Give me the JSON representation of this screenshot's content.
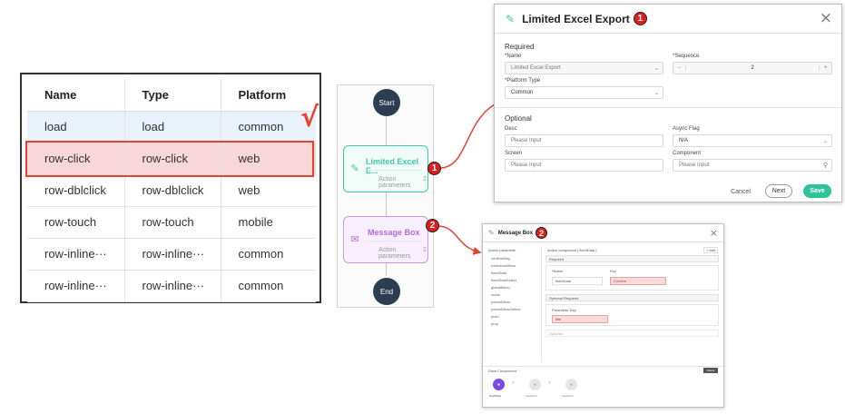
{
  "event_table": {
    "headers": {
      "name": "Name",
      "type": "Type",
      "platform": "Platform"
    },
    "rows": [
      {
        "name": "load",
        "type": "load",
        "platform": "common"
      },
      {
        "name": "row-click",
        "type": "row-click",
        "platform": "web"
      },
      {
        "name": "row-dblclick",
        "type": "row-dblclick",
        "platform": "web"
      },
      {
        "name": "row-touch",
        "type": "row-touch",
        "platform": "mobile"
      },
      {
        "name": "row-inline···",
        "type": "row-inline···",
        "platform": "common"
      },
      {
        "name": "row-inline···",
        "type": "row-inline···",
        "platform": "common"
      }
    ],
    "check_mark": "√"
  },
  "flow": {
    "start": "Start",
    "end": "End",
    "cards": [
      {
        "title": "Limited Excel E...",
        "sub": "Action parameters",
        "count": "2",
        "icon": "edit-icon",
        "color": "#3ec9a7"
      },
      {
        "title": "Message Box",
        "sub": "Action parameters",
        "count": "2",
        "icon": "envelope-icon",
        "color": "#b36ae2"
      }
    ]
  },
  "markers": {
    "one": "1",
    "two": "2"
  },
  "excel_dialog": {
    "title": "Limited Excel Export",
    "close": "×",
    "required_label": "Required",
    "name_label": "*Name",
    "name_value": "Limited Excel Export",
    "sequence_label": "*Sequence",
    "sequence_value": "2",
    "sequence_minus": "−",
    "sequence_plus": "+",
    "platform_label": "*Platform Type",
    "platform_value": "Common",
    "optional_label": "Optional",
    "desc_label": "Desc",
    "desc_placeholder": "Please Input",
    "async_label": "Async Flag",
    "async_value": "N/A",
    "screen_label": "Screen",
    "screen_placeholder": "Please Input",
    "component_label": "Component",
    "component_placeholder": "Please Input",
    "cancel": "Cancel",
    "next": "Next",
    "save": "Save"
  },
  "message_dialog": {
    "title": "Message Box",
    "close": "×",
    "side_header": "Action parameter",
    "side_items": [
      "confirmMsg",
      "extensionMenu",
      "fixedData",
      "fixedDataSelect",
      "globalMenu",
      "mods",
      "parentMenu",
      "parentMenuSelect",
      "push",
      "prop"
    ],
    "main_header": "Action component [ fixedData ]",
    "add_label": "+ Add",
    "required_label": "Required",
    "name_label": "*Name",
    "name_value": "fixedData",
    "key_label": "Key",
    "key_value": "Confirm",
    "optional_required_label": "Optional Required",
    "param_key_label": "Parameter Key",
    "param_key_value": "title",
    "optional_label": "Optional",
    "save_component_label": "Save Component",
    "delete_label": "Delete",
    "timeline": [
      "fixedData",
      "fixedData",
      "fixedData"
    ]
  }
}
